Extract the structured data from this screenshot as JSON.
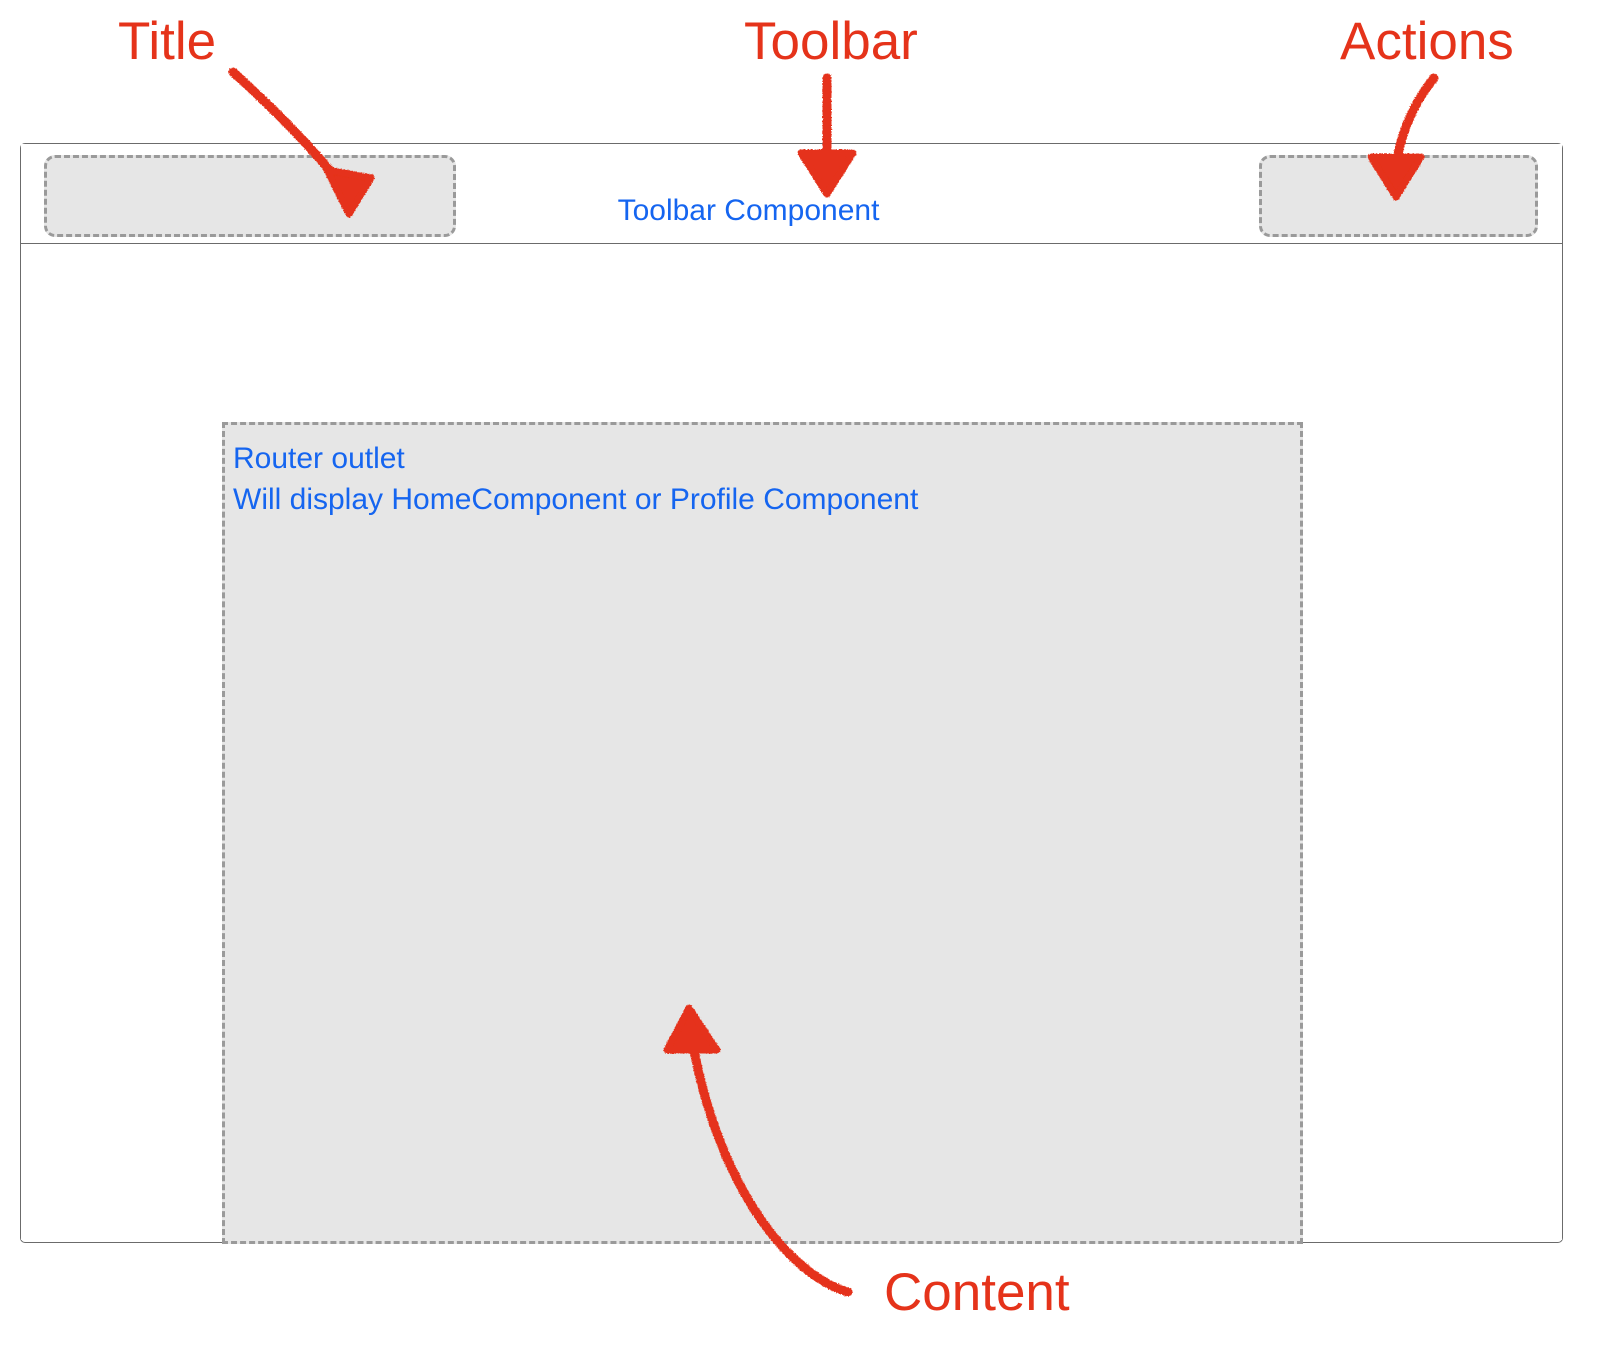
{
  "annotations": {
    "title": {
      "label": "Title"
    },
    "toolbar": {
      "label": "Toolbar"
    },
    "actions": {
      "label": "Actions"
    },
    "content": {
      "label": "Content"
    },
    "color": "#E5331A"
  },
  "app_window": {
    "toolbar": {
      "label": "Toolbar Component",
      "title_slot": {
        "label": ""
      },
      "actions_slot": {
        "label": ""
      }
    },
    "content": {
      "lines": [
        "Router outlet",
        "Will display HomeComponent or Profile Component"
      ]
    },
    "colors": {
      "text_blue": "#1565F0",
      "slot_fill": "#E6E6E6",
      "slot_border": "#9a9a9a",
      "frame_border": "#6b6b6b"
    }
  }
}
